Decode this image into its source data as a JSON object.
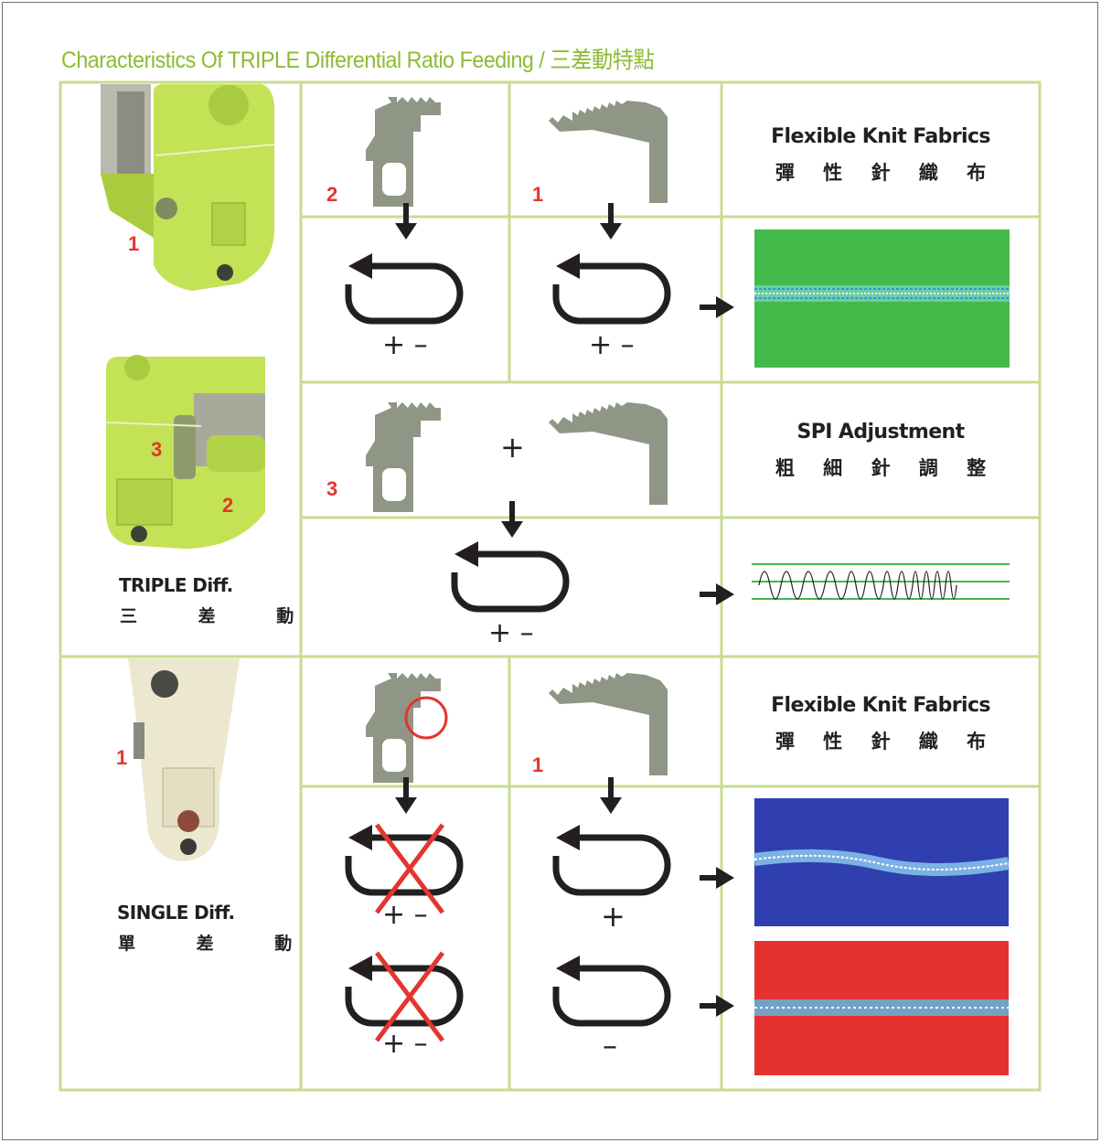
{
  "title": "Characteristics Of TRIPLE Differential Ratio Feeding / 三差動特點",
  "colors": {
    "grid": "#c8dc8f",
    "title": "#8dbb34",
    "number": "#e3352e",
    "arrow": "#231f20",
    "feed_dog": "#8f9685",
    "cross": "#e3352e"
  },
  "left_column": {
    "triple": {
      "machine_image": "lime-green-sewing-machine-front",
      "machine_image_back": "lime-green-sewing-machine-rear",
      "marker_1": "1",
      "marker_3": "3",
      "marker_2": "2",
      "label_en": "TRIPLE Diff.",
      "label_cn": "三 差 動"
    },
    "single": {
      "machine_image": "cream-sewing-machine",
      "marker_1": "1",
      "label_en": "SINGLE Diff.",
      "label_cn": "單 差 動"
    }
  },
  "rows": {
    "row1": {
      "feed_dog_a_number": "2",
      "feed_dog_b_number": "1",
      "sign_a": "+ –",
      "sign_b": "+ –",
      "result_en": "Flexible Knit Fabrics",
      "result_cn": "彈 性 針 織 布",
      "swatch": "green-fabric-seam"
    },
    "row2": {
      "feed_dog_number": "3",
      "plus": "+",
      "sign": "+ –",
      "result_en": "SPI Adjustment",
      "result_cn": "粗 細 針 調 整",
      "swatch": "stitch-diagram"
    },
    "row3": {
      "feed_dog_b_number": "1",
      "sign_crossed_1": "+ –",
      "sign_crossed_2": "+ –",
      "sign_plus": "+",
      "sign_minus": "–",
      "result_en": "Flexible Knit Fabrics",
      "result_cn": "彈 性 針 織 布",
      "swatch_1": "blue-fabric-seam",
      "swatch_2": "red-fabric-seam"
    }
  }
}
